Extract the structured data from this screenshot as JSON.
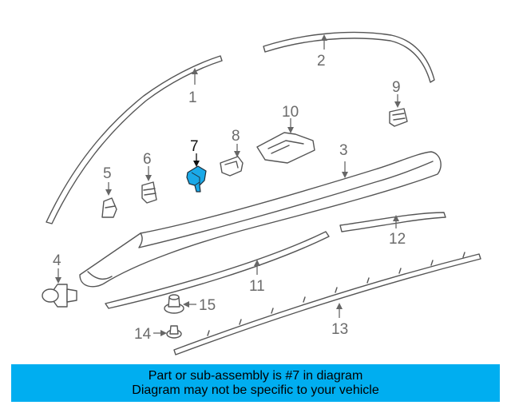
{
  "highlight_color": "#1aa9e8",
  "banner": {
    "background": "#00aef0",
    "line1": "Part or sub-assembly is #7 in diagram",
    "line2": "Diagram may not be specific to your vehicle"
  },
  "callouts": {
    "c1": "1",
    "c2": "2",
    "c3": "3",
    "c4": "4",
    "c5": "5",
    "c6": "6",
    "c7": "7",
    "c8": "8",
    "c9": "9",
    "c10": "10",
    "c11": "11",
    "c12": "12",
    "c13": "13",
    "c14": "14",
    "c15": "15"
  },
  "highlighted_part": "7"
}
